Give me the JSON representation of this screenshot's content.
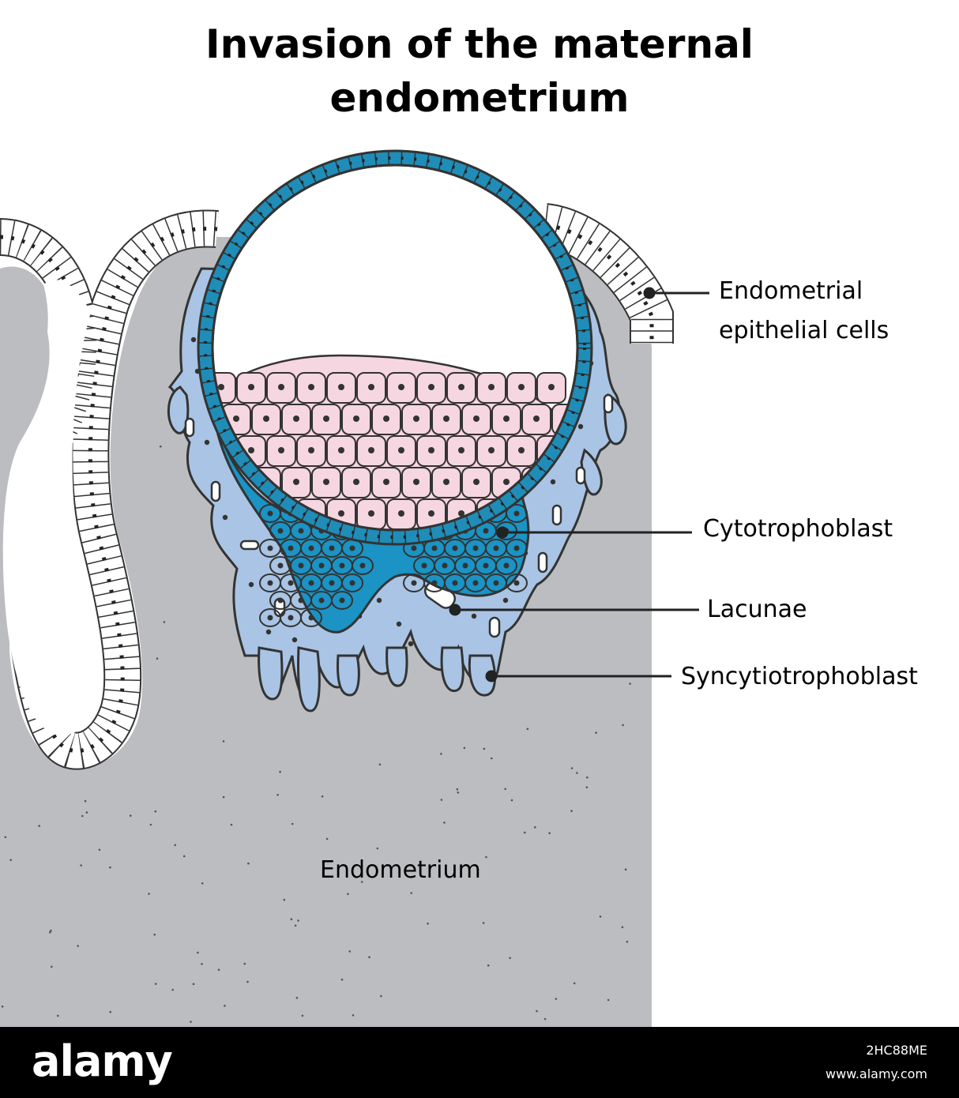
{
  "title": {
    "line1": "Invasion of the maternal",
    "line2": "endometrium"
  },
  "labels": {
    "endometrial_epithelial_cells_line1": "Endometrial",
    "endometrial_epithelial_cells_line2": "epithelial cells",
    "cytotrophoblast": "Cytotrophoblast",
    "lacunae": "Lacunae",
    "syncytiotrophoblast": "Syncytiotrophoblast",
    "endometrium": "Endometrium"
  },
  "watermark": {
    "brand": "alamy",
    "image_id": "2HC88ME",
    "url": "www.alamy.com"
  },
  "colors": {
    "endometrium": "#bcbdc0",
    "syncytiotrophoblast": "#a9c4e4",
    "cytotrophoblast": "#1b93c4",
    "trophoblast_wall": "#1f8db8",
    "inner_cell_mass": "#f6d6e1",
    "outline": "#3a3a3a",
    "footer": "#000000"
  }
}
